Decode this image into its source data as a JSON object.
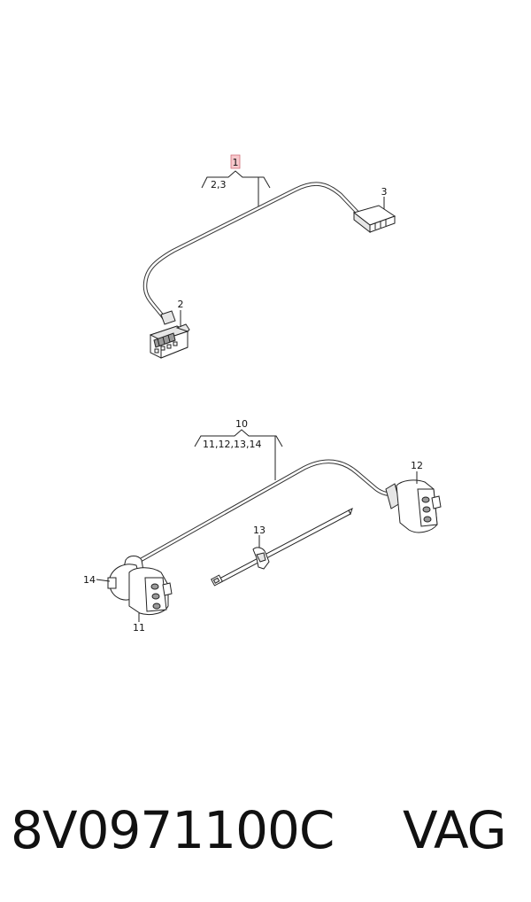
{
  "diagram": {
    "assembly_top": {
      "main_callout": "1",
      "group_callout": "2,3",
      "part_2_callout": "2",
      "part_3_callout": "3",
      "highlight_color": "#f7c8cc"
    },
    "assembly_bottom": {
      "main_callout": "10",
      "group_callout": "11,12,13,14",
      "part_11_callout": "11",
      "part_12_callout": "12",
      "part_13_callout": "13",
      "part_14_callout": "14"
    }
  },
  "footer": {
    "part_number": "8V0971100C",
    "brand": "VAG"
  }
}
